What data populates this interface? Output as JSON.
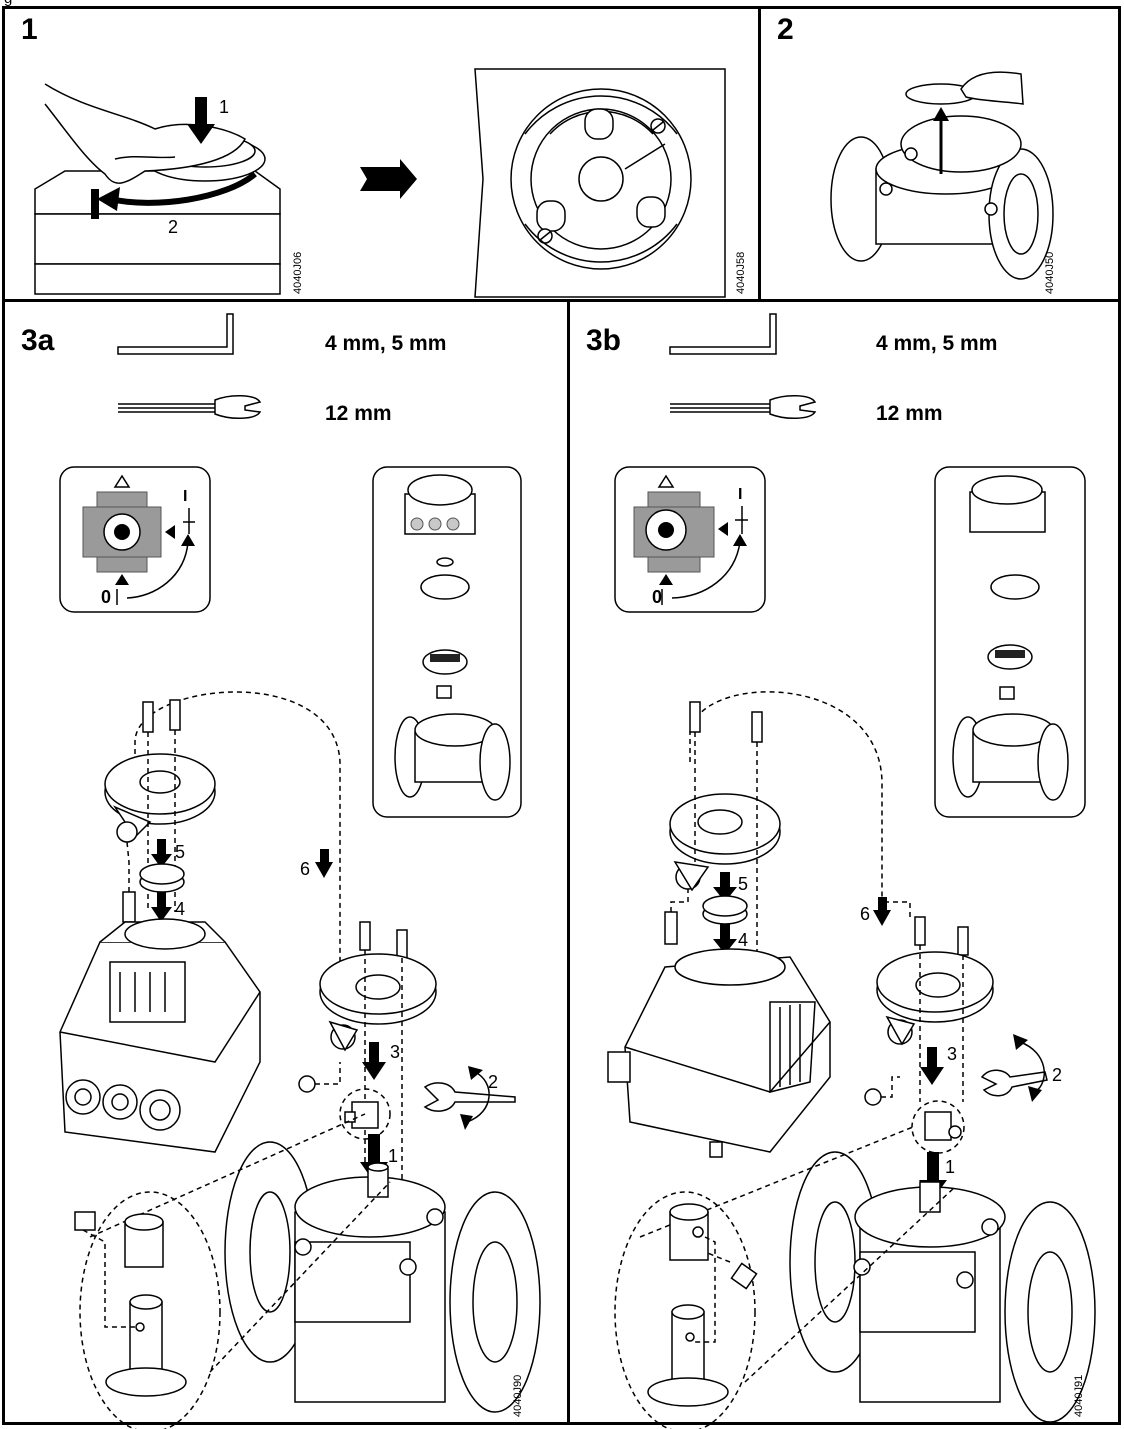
{
  "header_fragment": "g",
  "panels": {
    "p1": {
      "number": "1",
      "code_a": "4040J06",
      "code_b": "4040J58",
      "step1": "1",
      "step2": "2"
    },
    "p2": {
      "number": "2",
      "code": "4040J50"
    },
    "p3a": {
      "number": "3a",
      "code": "4040J90",
      "hex_key_label": "4 mm, 5 mm",
      "wrench_label": "12 mm",
      "zero_label": "0",
      "one_label": "I",
      "steps": [
        "1",
        "2",
        "3",
        "4",
        "5",
        "6"
      ]
    },
    "p3b": {
      "number": "3b",
      "code": "4040J91",
      "hex_key_label": "4 mm, 5 mm",
      "wrench_label": "12 mm",
      "zero_label": "0",
      "one_label": "I",
      "steps": [
        "1",
        "2",
        "3",
        "4",
        "5",
        "6"
      ]
    }
  }
}
